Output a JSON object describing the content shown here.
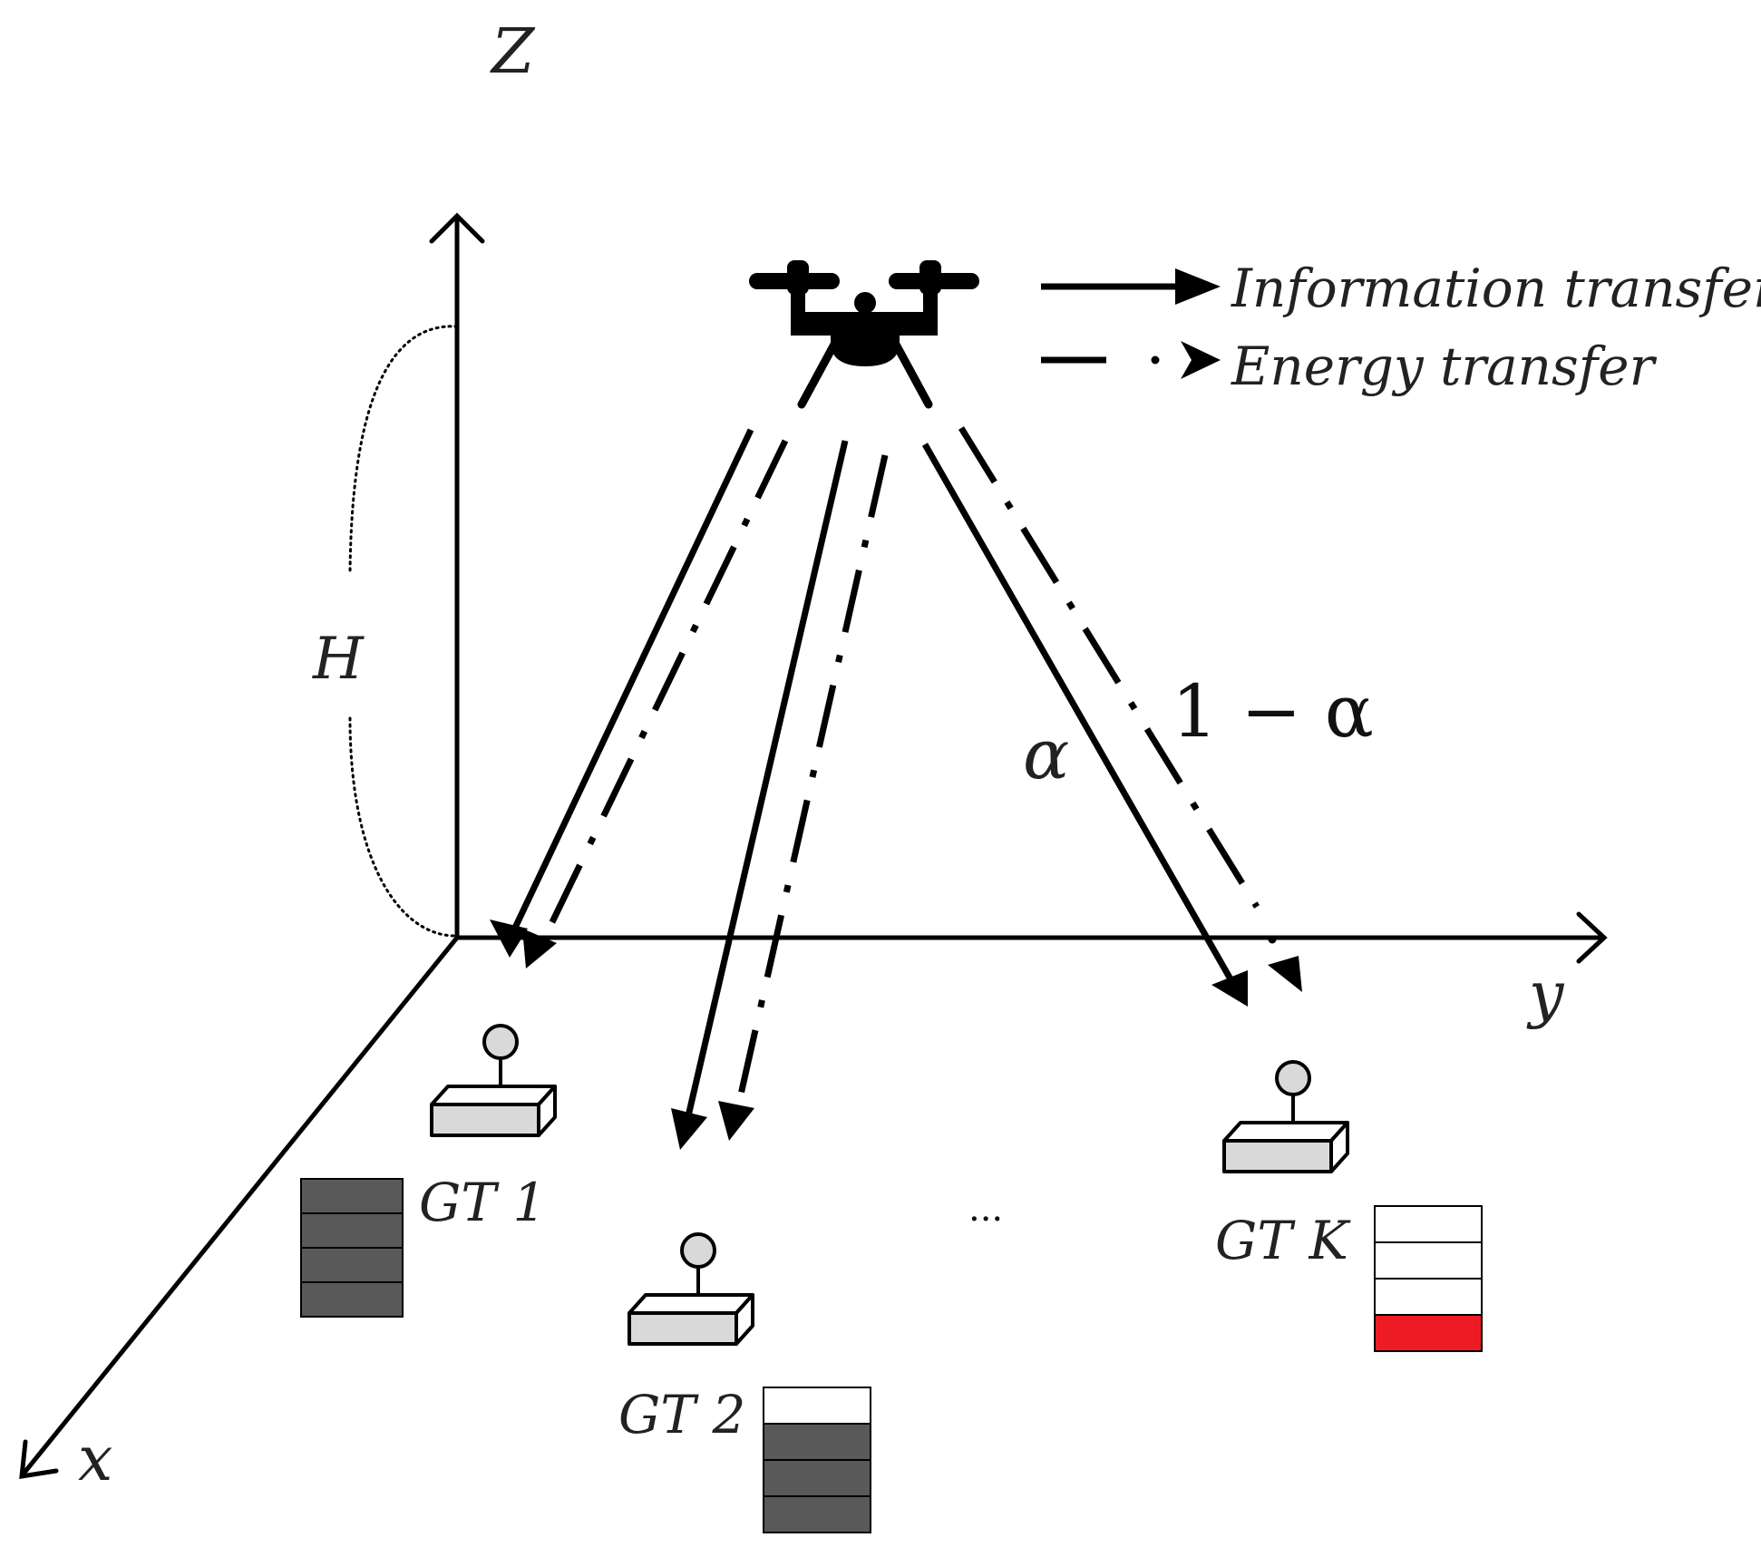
{
  "axes": {
    "z": "Z",
    "y": "y",
    "x": "x"
  },
  "height_label": "H",
  "legend": {
    "info": "Information transfer",
    "energy": "Energy transfer"
  },
  "split": {
    "alpha": "α",
    "one_minus_alpha": "1 − α"
  },
  "terminals": [
    {
      "label": "GT 1",
      "battery_filled": 4,
      "battery_cells": 4
    },
    {
      "label": "GT 2",
      "battery_filled": 3,
      "battery_cells": 4
    },
    {
      "label": "GT K",
      "battery_filled": 1,
      "battery_cells": 4
    }
  ],
  "ellipsis": "...",
  "colors": {
    "battery_full": "#595959",
    "battery_low": "#ed1c24",
    "terminal_body": "#d9d9d9",
    "line": "#000000"
  }
}
